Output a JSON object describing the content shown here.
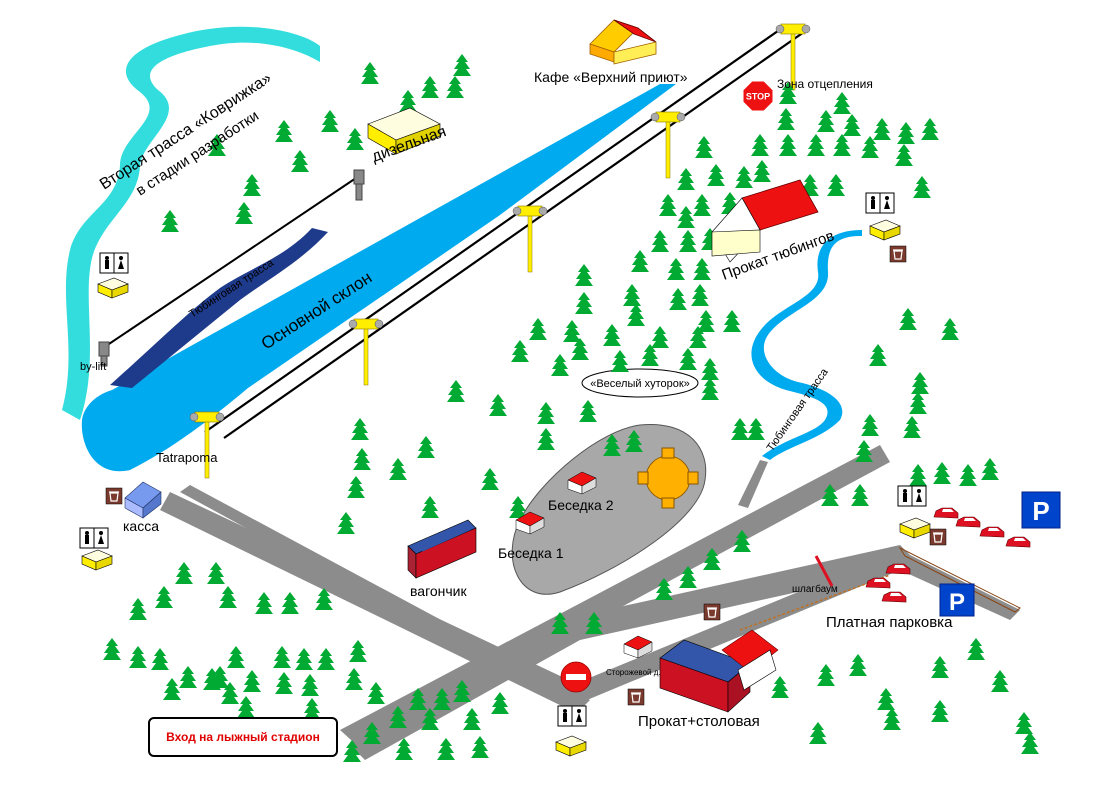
{
  "labels": {
    "cafe": "Кафе «Верхний приют»",
    "release_zone": "Зона отцепления",
    "stop_sign": "STOP",
    "second_trail_line1": "Вторая трасса «Коврижка»",
    "second_trail_line2": "в стадии разработки",
    "diesel": "дизельная",
    "tubing_trail_top": "Тюбинговая трасса",
    "main_slope": "Основной склон",
    "baby_lift": "by-lift",
    "tatrapoma": "Tatrapoma",
    "tubing_rental": "Прокат тюбингов",
    "veselyi_khutorok": "«Веселый хуторок»",
    "tubing_trail_bottom": "Тюбинговая трасса",
    "kassa": "касса",
    "besedka1": "Беседка 1",
    "besedka2": "Беседка 2",
    "vagonchik": "вагончик",
    "shlagbaum": "шлагбаум",
    "paid_parking": "Платная парковка",
    "guard": "Сторожевой д.",
    "rental_canteen": "Прокат+столовая",
    "entrance": "Вход на лыжный стадион",
    "parking_letter": "P"
  },
  "icons": [
    "wc-icon",
    "trash-icon",
    "parking-icon",
    "stop-icon",
    "no-entry-icon",
    "tree-icon",
    "cafe-house-icon",
    "lift-pylon-icon",
    "car-icon",
    "wagon-icon",
    "pavilion-icon"
  ],
  "colors": {
    "water": "#00aaee",
    "stream": "#33dddd",
    "road": "#8c8c8c",
    "tubing_dark": "#1e3a8a",
    "tree": "#00aa33",
    "pylon": "#ffee00",
    "house_roof": "#ee1111",
    "parking_blue": "#0044cc",
    "car": "#dd1122",
    "entry_text": "#e00000"
  }
}
